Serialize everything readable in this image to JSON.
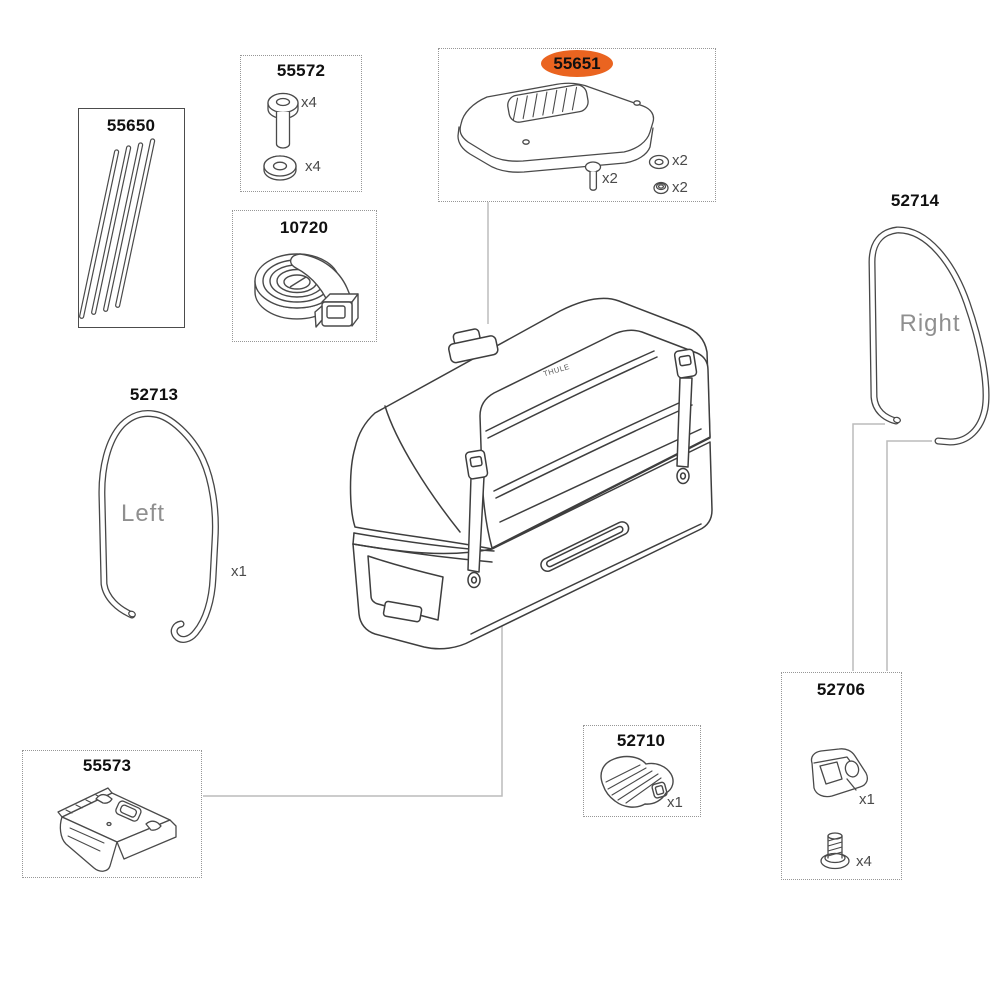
{
  "diagram": {
    "logo_text": "THULE",
    "highlight_color": "#ea6420"
  },
  "parts": {
    "p55650": {
      "number": "55650"
    },
    "p55572": {
      "number": "55572",
      "bolt_qty": "x4",
      "washer_qty": "x4"
    },
    "p55651": {
      "number": "55651",
      "screw_qty": "x2",
      "washer_qty": "x2",
      "nut_qty": "x2"
    },
    "p10720": {
      "number": "10720"
    },
    "p52714": {
      "number": "52714",
      "side": "Right"
    },
    "p52713": {
      "number": "52713",
      "side": "Left",
      "qty": "x1"
    },
    "p55573": {
      "number": "55573"
    },
    "p52710": {
      "number": "52710",
      "qty": "x1"
    },
    "p52706": {
      "number": "52706",
      "bracket_qty": "x1",
      "screw_qty": "x4"
    }
  }
}
